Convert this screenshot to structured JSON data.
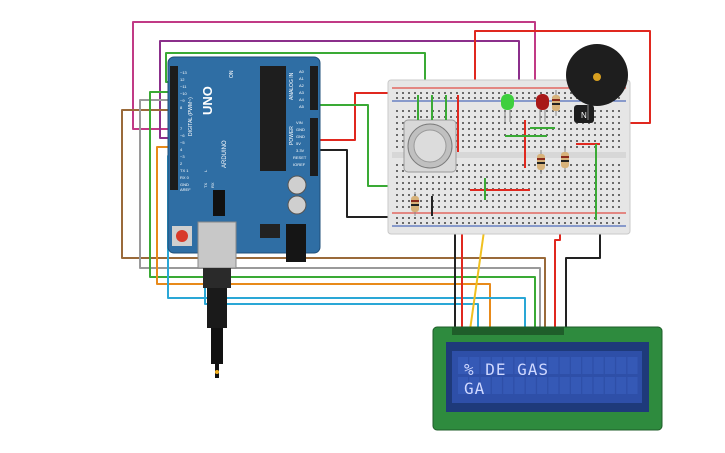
{
  "arduino": {
    "model": "UNO",
    "brand": "ARDUINO",
    "on_label": "ON",
    "tx_label": "TX",
    "rx_label": "RX",
    "l_label": "L",
    "digital_label": "DIGITAL (PWM~)",
    "analog_label": "ANALOG IN",
    "power_label": "POWER",
    "aref_label": "AREF",
    "gnd_label": "GND",
    "ioref_label": "IOREF",
    "reset_label": "RESET",
    "v33_label": "3.3V",
    "v5_label": "5V",
    "vin_label": "VIN",
    "analog_pins": [
      "A0",
      "A1",
      "A2",
      "A3",
      "A4",
      "A5"
    ],
    "digital_pins": [
      "~13",
      "12",
      "~11",
      "~10",
      "~9",
      "8",
      "7",
      "~6",
      "~5",
      "4",
      "~3",
      "2",
      "TX 1",
      "RX 0"
    ]
  },
  "transistor": {
    "label": "N"
  },
  "lcd": {
    "line1": "% DE GAS",
    "line2": "GA"
  },
  "colors": {
    "arduino_board": "#2f6ea4",
    "breadboard": "#e6e6e6",
    "lcd_pcb": "#2e8b3e",
    "lcd_screen": "#2e4fa8",
    "lcd_text": "#cfd8ff",
    "wire_red": "#e0281f",
    "wire_green": "#3aaa35",
    "wire_purple": "#8b2f8b",
    "wire_magenta": "#c13a86",
    "wire_black": "#222222",
    "wire_brown": "#9a6a3a",
    "wire_yellow": "#f0c020",
    "wire_cyan": "#2aa7d6",
    "wire_orange": "#e88a1a",
    "wire_gray": "#9a9a9a"
  }
}
